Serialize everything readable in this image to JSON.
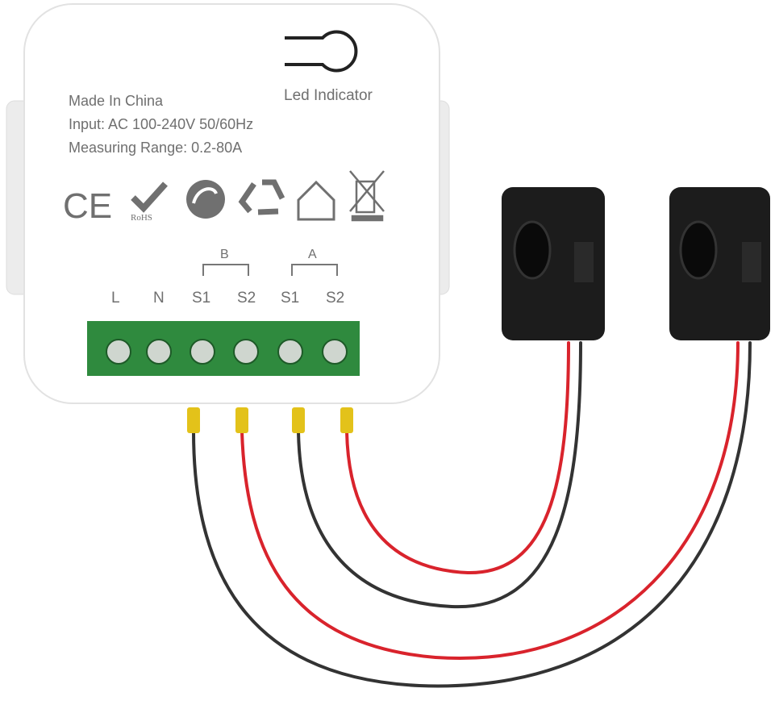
{
  "device": {
    "led_label": "Led Indicator",
    "lines": [
      "Made In China",
      "Input: AC 100-240V 50/60Hz",
      "Measuring Range: 0.2-80A"
    ],
    "rohs": "RoHS",
    "group_b": "B",
    "group_a": "A",
    "terminals": [
      "L",
      "N",
      "S1",
      "S2",
      "S1",
      "S2"
    ]
  },
  "colors": {
    "body": "#ffffff",
    "terminal_block": "#2f8a3e",
    "wire_red": "#d9232c",
    "wire_black": "#333333",
    "ferrule": "#e3c21a",
    "clamp": "#1c1c1c"
  }
}
